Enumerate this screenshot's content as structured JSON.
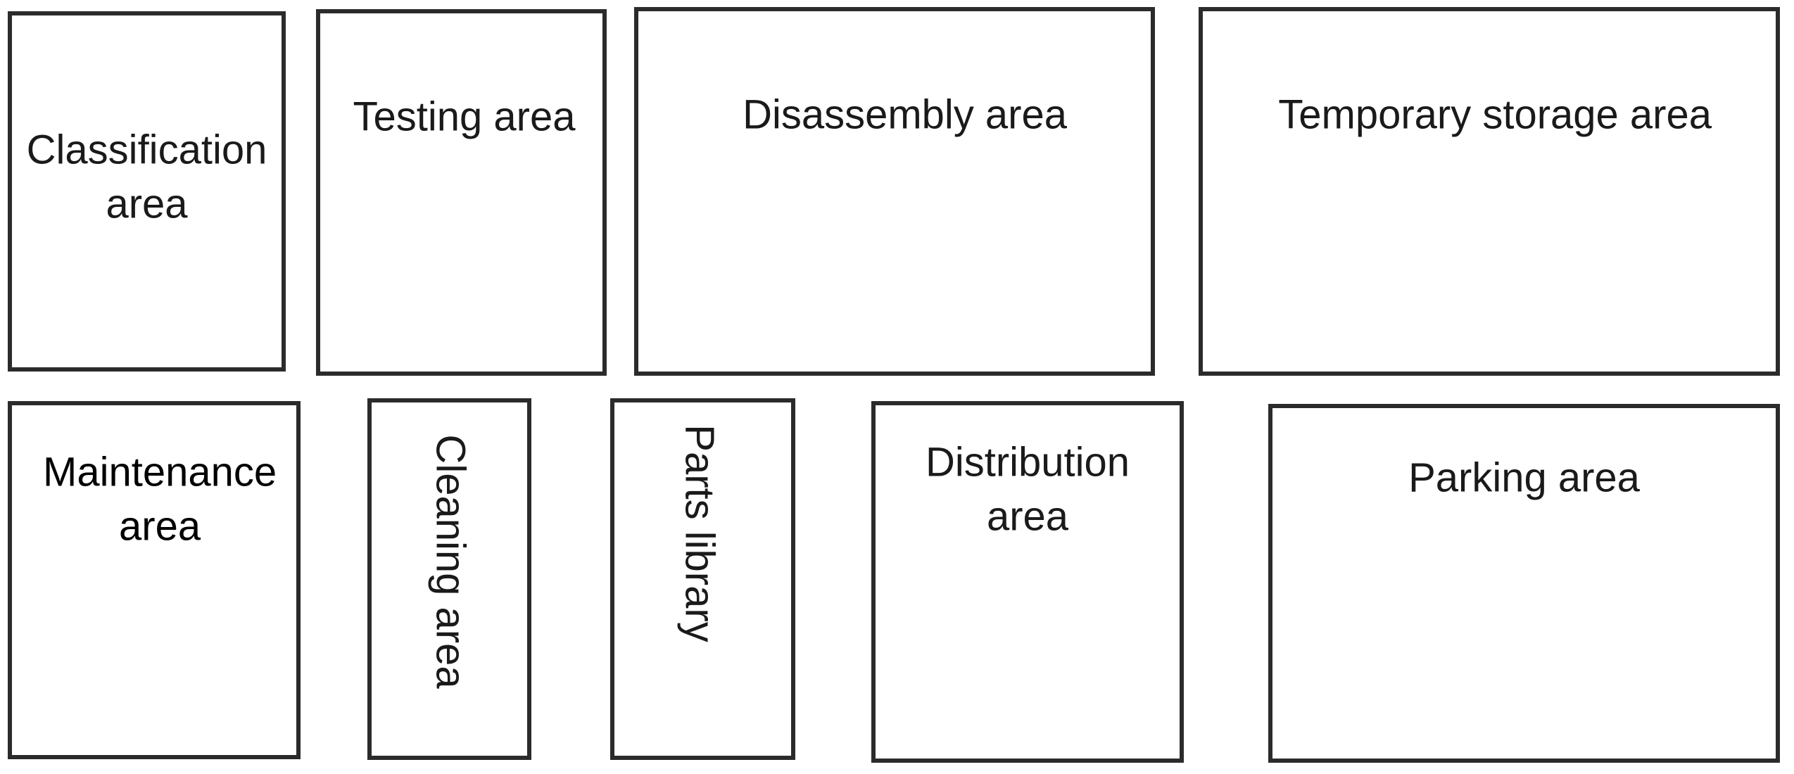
{
  "areas": {
    "classification": {
      "line1": "Classification",
      "line2": "area"
    },
    "testing": {
      "label": "Testing area"
    },
    "disassembly": {
      "label": "Disassembly area"
    },
    "temporary_storage": {
      "label": "Temporary storage area"
    },
    "maintenance": {
      "line1": "Maintenance",
      "line2": "area"
    },
    "cleaning": {
      "label": "Cleaning area"
    },
    "parts_library": {
      "label": "Parts library"
    },
    "distribution": {
      "line1": "Distribution",
      "line2": "area"
    },
    "parking": {
      "label": "Parking area"
    }
  },
  "colors": {
    "border": "#2b2b2b",
    "text": "#1a1a1a",
    "background": "#ffffff"
  }
}
